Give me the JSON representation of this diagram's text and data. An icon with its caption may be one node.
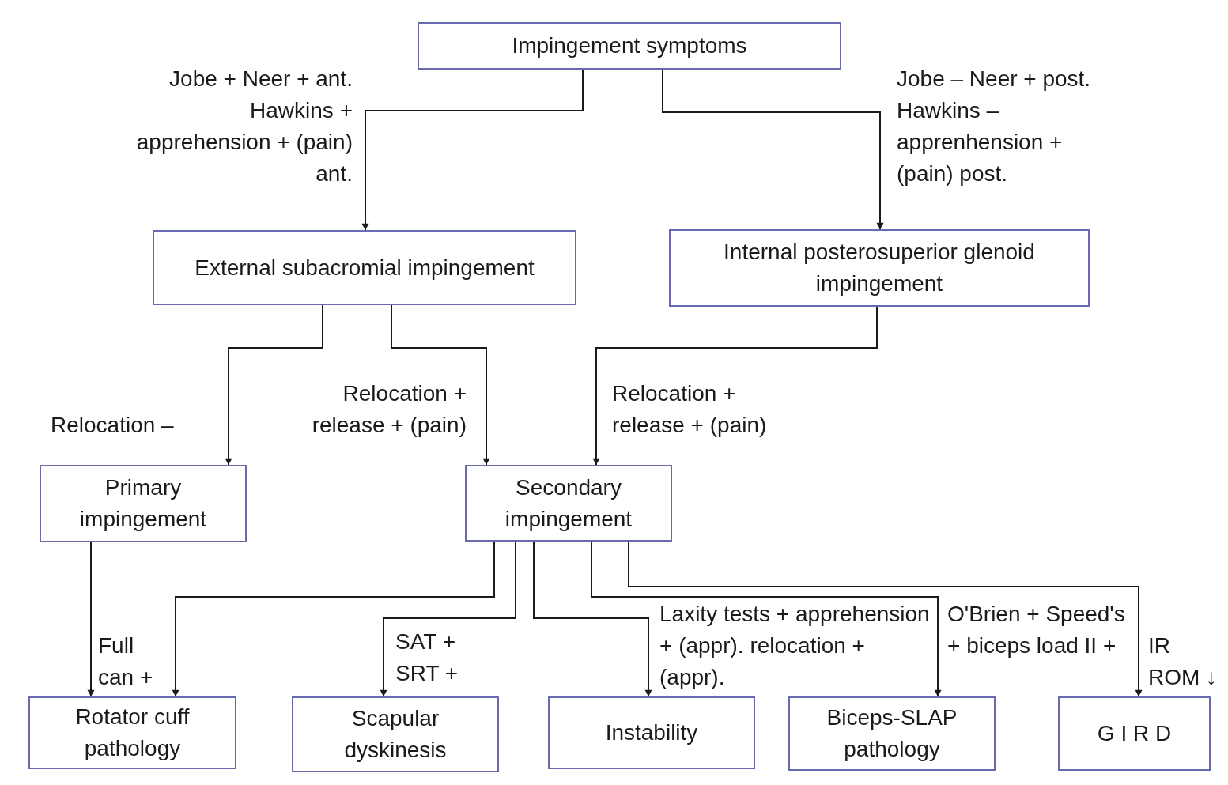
{
  "diagram": {
    "nodes": [
      {
        "text": [
          "Impingement symptoms"
        ]
      },
      {
        "text": [
          "External subacromial impingement"
        ]
      },
      {
        "text": [
          "Internal posterosuperior glenoid impingement"
        ]
      },
      {
        "text": [
          "Primary impingement"
        ]
      },
      {
        "text": [
          "Secondary impingement"
        ]
      },
      {
        "text": [
          "Rotator cuff pathology"
        ]
      },
      {
        "text": [
          "Scapular dyskinesis"
        ]
      },
      {
        "text": [
          "Instability"
        ]
      },
      {
        "text": [
          "Biceps-SLAP pathology"
        ]
      },
      {
        "text": [
          "G I R D"
        ]
      }
    ],
    "edges": [
      {
        "from": 0,
        "to": 1,
        "arrow": "to",
        "label": "Jobe + Neer + ant. Hawkins + apprehension + (pain) ant."
      },
      {
        "from": 0,
        "to": 2,
        "arrow": "to",
        "label": "Jobe – Neer + post. Hawkins – apprenhension + (pain) post."
      },
      {
        "from": 1,
        "to": 3,
        "arrow": "to",
        "label": "Relocation –"
      },
      {
        "from": 1,
        "to": 4,
        "arrow": "to",
        "label": "Relocation + release + (pain)"
      },
      {
        "from": 2,
        "to": 4,
        "arrow": "to",
        "label": "Relocation + release + (pain)"
      },
      {
        "from": 3,
        "to": 5,
        "arrow": "to",
        "label": "Full can +"
      },
      {
        "from": 4,
        "to": 5,
        "arrow": "to"
      },
      {
        "from": 4,
        "to": 6,
        "arrow": "to",
        "label": "SAT + SRT +"
      },
      {
        "from": 4,
        "to": 7,
        "arrow": "to",
        "label": "Laxity tests + apprehension + (appr). relocation + (appr)."
      },
      {
        "from": 4,
        "to": 8,
        "arrow": "to",
        "label": "O'Brien + Speed's + biceps load II +"
      },
      {
        "from": 4,
        "to": 9,
        "arrow": "to",
        "label": "IR ROM ↓"
      }
    ]
  }
}
